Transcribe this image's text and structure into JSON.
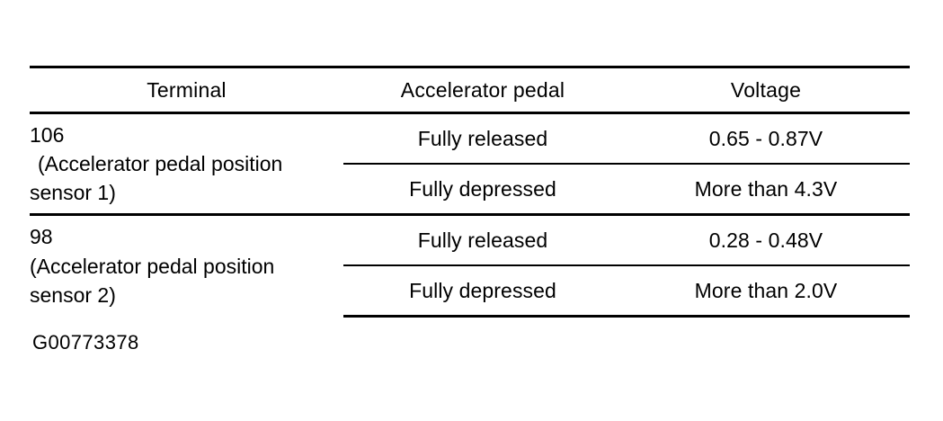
{
  "document": {
    "background_color": "#ffffff",
    "text_color": "#000000"
  },
  "table": {
    "columns": [
      {
        "key": "terminal",
        "header": "Terminal"
      },
      {
        "key": "pedal",
        "header": "Accelerator pedal"
      },
      {
        "key": "voltage",
        "header": "Voltage"
      }
    ],
    "groups": [
      {
        "terminal": {
          "number": "106",
          "description_line1": "(Accelerator pedal position",
          "description_line2": "sensor 1)"
        },
        "rows": [
          {
            "pedal": "Fully released",
            "voltage": "0.65 - 0.87V"
          },
          {
            "pedal": "Fully depressed",
            "voltage": "More than 4.3V"
          }
        ]
      },
      {
        "terminal": {
          "number": "98",
          "description_line1": "(Accelerator pedal position",
          "description_line2": "sensor 2)"
        },
        "rows": [
          {
            "pedal": "Fully released",
            "voltage": "0.28 - 0.48V"
          },
          {
            "pedal": "Fully depressed",
            "voltage": "More than 2.0V"
          }
        ]
      }
    ]
  },
  "footer": {
    "figure_id": "G00773378"
  }
}
